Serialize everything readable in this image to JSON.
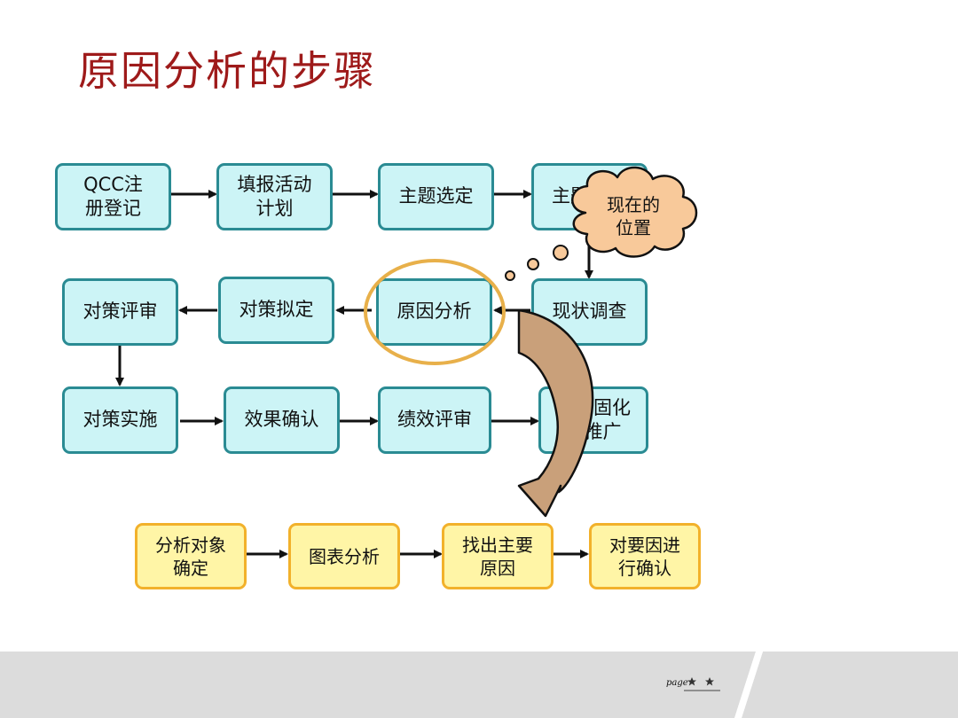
{
  "title": "原因分析的步骤",
  "steps": {
    "qcc": "QCC注\n册登记",
    "plan": "填报活动\n计划",
    "topic": "主题选定",
    "topic2": "主题",
    "survey": "现状调查",
    "analysis": "原因分析",
    "draft": "对策拟定",
    "review": "对策评审",
    "implement": "对策实施",
    "effect": "效果确认",
    "perf": "绩效评审",
    "result": "成果固化\n和推广"
  },
  "substeps": {
    "s1": "分析对象\n确定",
    "s2": "图表分析",
    "s3": "找出主要\n原因",
    "s4": "对要因进\n行确认"
  },
  "callout": "现在的\n位置",
  "footer": {
    "page_label": "page"
  },
  "colors": {
    "title": "#9e1a1a",
    "blue_fill": "#ccf4f6",
    "blue_border": "#2a8b93",
    "yellow_fill": "#fff5a6",
    "yellow_border": "#f2b12b",
    "highlight_ring": "#e8b04a",
    "curved_arrow": "#c9a07a"
  }
}
